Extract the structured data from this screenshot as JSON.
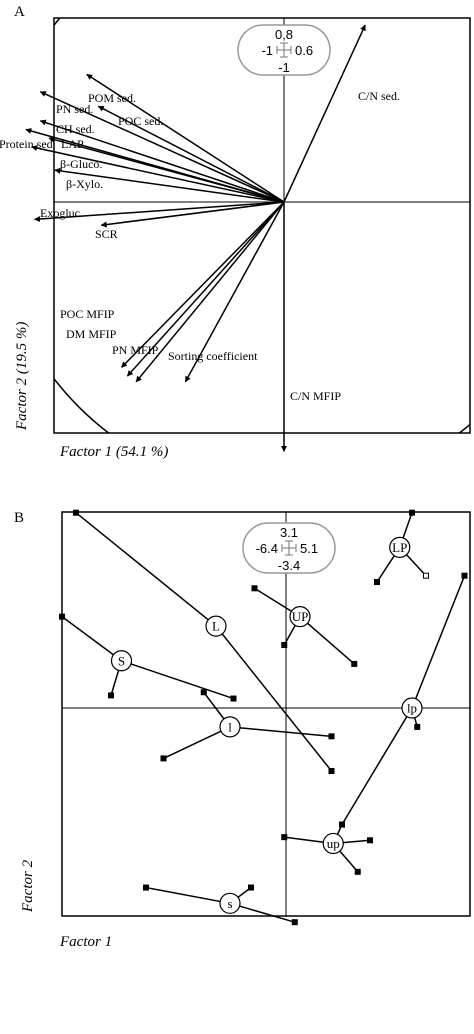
{
  "panels": {
    "a": {
      "letter": "A",
      "xlabel": "Factor 1 (54.1 %)",
      "ylabel": "Factor 2 (19.5 %)"
    },
    "b": {
      "letter": "B",
      "xlabel": "Factor 1",
      "ylabel": "Factor 2"
    }
  },
  "chart_data": [
    {
      "type": "scatter",
      "subtype": "correlation-circle-biplot",
      "panel": "A",
      "xlabel": "Factor 1 (54.1 %)",
      "ylabel": "Factor 2 (19.5 %)",
      "xlim": [
        -1,
        0.6
      ],
      "ylim": [
        -1,
        0.8
      ],
      "range_inset": {
        "top": "0,8",
        "left": "-1",
        "right": "0.6",
        "bottom": "-1"
      },
      "grid": false,
      "vectors": [
        {
          "label": "POM sed.",
          "x": -0.68,
          "y": 0.44
        },
        {
          "label": "PN sed.",
          "x": -0.84,
          "y": 0.38
        },
        {
          "label": "POC sed.",
          "x": -0.64,
          "y": 0.33
        },
        {
          "label": "CH sed.",
          "x": -0.84,
          "y": 0.28
        },
        {
          "label": "Protein sed.",
          "x": -0.89,
          "y": 0.25
        },
        {
          "label": "LAP",
          "x": -0.81,
          "y": 0.22
        },
        {
          "label": "β-Gluco.",
          "x": -0.87,
          "y": 0.19
        },
        {
          "label": "β-Xylo.",
          "x": -0.79,
          "y": 0.11
        },
        {
          "label": "Exogluc.",
          "x": -0.86,
          "y": -0.06
        },
        {
          "label": "SCR",
          "x": -0.63,
          "y": -0.08
        },
        {
          "label": "POC MFIP",
          "x": -0.56,
          "y": -0.57
        },
        {
          "label": "DM MFIP",
          "x": -0.54,
          "y": -0.6
        },
        {
          "label": "PN MFIP",
          "x": -0.51,
          "y": -0.62
        },
        {
          "label": "Sorting coefficient",
          "x": -0.34,
          "y": -0.62
        },
        {
          "label": "C/N sed.",
          "x": 0.28,
          "y": 0.61
        },
        {
          "label": "C/N MFIP",
          "x": 0,
          "y": -0.86
        }
      ]
    },
    {
      "type": "scatter",
      "subtype": "star-plot",
      "panel": "B",
      "xlabel": "Factor 1",
      "ylabel": "Factor 2",
      "xlim": [
        -6.4,
        5.1
      ],
      "ylim": [
        -3.4,
        3.1
      ],
      "range_inset": {
        "top": "3.1",
        "left": "-6.4",
        "right": "5.1",
        "bottom": "-3.4"
      },
      "grid": false,
      "groups": [
        {
          "label": "LP",
          "center": [
            3.25,
            2.55
          ],
          "points": [
            [
              3.6,
              3.1
            ],
            [
              2.6,
              2.0
            ],
            [
              4.0,
              2.1
            ]
          ],
          "hollow_point": [
            4.0,
            2.1
          ]
        },
        {
          "label": "L",
          "center": [
            -2.0,
            1.3
          ],
          "points": [
            [
              -6.0,
              3.1
            ],
            [
              1.3,
              -1.0
            ]
          ]
        },
        {
          "label": "UP",
          "center": [
            0.4,
            1.45
          ],
          "points": [
            [
              -0.9,
              1.9
            ],
            [
              1.95,
              0.7
            ],
            [
              -0.05,
              1.0
            ]
          ]
        },
        {
          "label": "S",
          "center": [
            -4.7,
            0.75
          ],
          "points": [
            [
              -6.4,
              1.45
            ],
            [
              -1.5,
              0.15
            ],
            [
              -5.0,
              0.2
            ]
          ]
        },
        {
          "label": "l",
          "center": [
            -1.6,
            -0.3
          ],
          "points": [
            [
              -2.35,
              0.25
            ],
            [
              1.3,
              -0.45
            ],
            [
              -3.5,
              -0.8
            ]
          ]
        },
        {
          "label": "lp",
          "center": [
            3.6,
            0.0
          ],
          "points": [
            [
              5.1,
              2.1
            ],
            [
              1.6,
              -1.85
            ],
            [
              3.75,
              -0.3
            ]
          ]
        },
        {
          "label": "up",
          "center": [
            1.35,
            -2.15
          ],
          "points": [
            [
              -0.05,
              -2.05
            ],
            [
              2.4,
              -2.1
            ],
            [
              2.05,
              -2.6
            ],
            [
              1.6,
              -1.85
            ]
          ]
        },
        {
          "label": "s",
          "center": [
            -1.6,
            -3.1
          ],
          "points": [
            [
              -4.0,
              -2.85
            ],
            [
              -1.0,
              -2.85
            ],
            [
              0.25,
              -3.4
            ]
          ]
        }
      ]
    }
  ]
}
